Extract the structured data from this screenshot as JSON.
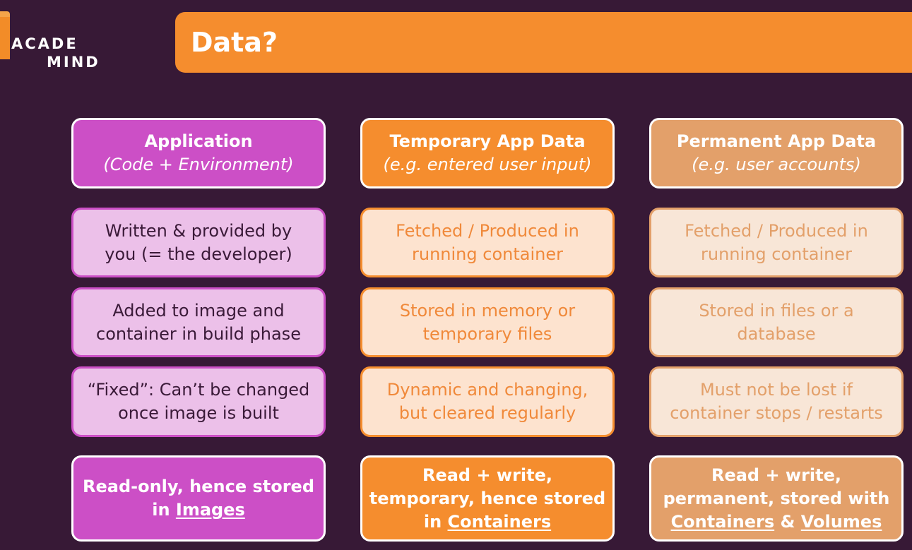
{
  "logo": {
    "line1": "ACADE",
    "line2": "MIND"
  },
  "header": {
    "title": "Data?"
  },
  "columns": [
    {
      "heading": "Application",
      "subheading": "(Code + Environment)",
      "rows": [
        [
          "Written & provided by",
          "you (= the developer)"
        ],
        [
          "Added to image and",
          "container in build phase"
        ],
        [
          "“Fixed”: Can’t be changed",
          "once image is built"
        ]
      ],
      "footer": {
        "line1": "Read-only, hence stored",
        "line2_prefix": "in ",
        "link1": "Images"
      }
    },
    {
      "heading": "Temporary App Data",
      "subheading": "(e.g. entered user input)",
      "rows": [
        [
          "Fetched / Produced in",
          "running container"
        ],
        [
          "Stored in memory or",
          "temporary files"
        ],
        [
          "Dynamic and changing,",
          "but cleared regularly"
        ]
      ],
      "footer": {
        "line1": "Read + write,",
        "line2": "temporary, hence stored",
        "line3_prefix": "in ",
        "link1": "Containers"
      }
    },
    {
      "heading": "Permanent App Data",
      "subheading": "(e.g. user accounts)",
      "rows": [
        [
          "Fetched / Produced in",
          "running container"
        ],
        [
          "Stored in files or a",
          "database"
        ],
        [
          "Must not be lost if",
          "container stops / restarts"
        ]
      ],
      "footer": {
        "line1": "Read + write,",
        "line2": "permanent, stored with",
        "link1": "Containers",
        "joiner": " & ",
        "link2": "Volumes"
      }
    }
  ],
  "colors": {
    "background": "#371936",
    "application": "#cc4fc6",
    "temporary": "#f58d2e",
    "permanent": "#e3a06a"
  }
}
